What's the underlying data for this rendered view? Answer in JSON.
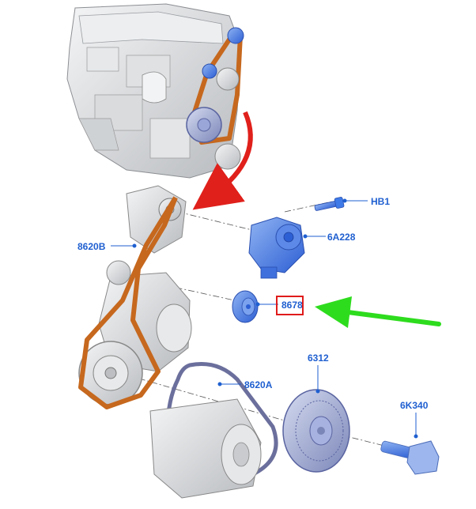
{
  "callouts": {
    "hb1": "HB1",
    "p6a228": "6A228",
    "p8620b": "8620B",
    "p8678": "8678",
    "p6312": "6312",
    "p8620a": "8620A",
    "p6k340": "6K340"
  },
  "colors": {
    "label": "#1f5fd0",
    "highlight_box": "#e01b1b",
    "red_arrow": "#e0201b",
    "green_arrow": "#2edc1e",
    "belt_orange": "#c6681e",
    "belt_purple": "#6b6f9c",
    "part_blue": "#3a6fe0",
    "part_light_blue": "#7aa2ee",
    "engine_gray": "#d8dadc"
  }
}
